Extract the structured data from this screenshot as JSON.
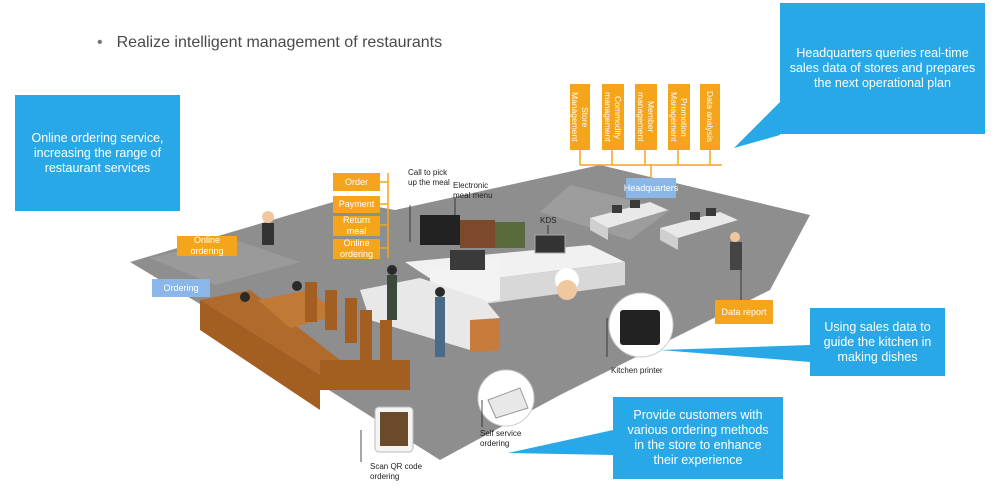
{
  "title": "Realize intelligent management of restaurants",
  "callouts": {
    "headquarters": "Headquarters queries real-time sales data of stores and prepares the next operational plan",
    "online": "Online ordering service, increasing the range of restaurant services",
    "kitchen": "Using sales data to guide the kitchen in making dishes",
    "instore": "Provide customers with various ordering methods in the store to enhance their experience"
  },
  "hq_modules": [
    "Store Management",
    "Commodity management",
    "Member management",
    "Promotion Management",
    "Data analysis"
  ],
  "hq_label": "Headquarters",
  "flow_tags": [
    "Order",
    "Payment",
    "Return meal",
    "Online ordering"
  ],
  "labels": {
    "online_ordering": "Online ordering",
    "ordering": "Ordering",
    "call_pickup": "Call to pick up the meal",
    "electronic_menu": "Electronic meal menu",
    "kds": "KDS",
    "data_report": "Data report",
    "kitchen_printer": "Kitchen printer",
    "self_service": "Self service ordering",
    "scan_qr": "Scan QR code ordering"
  },
  "colors": {
    "accent_blue": "#29a8e8",
    "tag_orange": "#f5a51c",
    "floor_gray": "#8c8c8c"
  }
}
